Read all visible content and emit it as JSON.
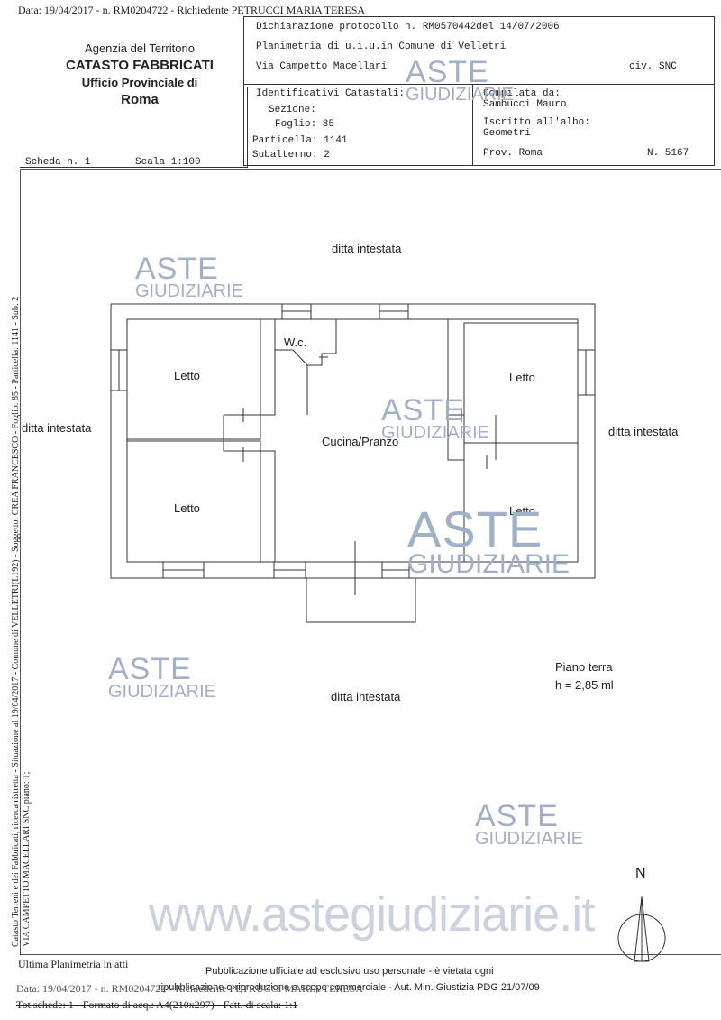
{
  "top_header": "Data: 19/04/2017 -  n. RM0204722 - Richiedente PETRUCCI MARIA TERESA",
  "agency": {
    "line1": "Agenzia del Territorio",
    "line2": "CATASTO FABBRICATI",
    "line3": "Ufficio Provinciale di",
    "line4": "Roma"
  },
  "declaration": {
    "protocol": "Dichiarazione protocollo n. RM0570442del  14/07/2006",
    "plan": "Planimetria di u.i.u.in Comune di Velletri",
    "address": "Via Campetto Macellari",
    "civ": "civ. SNC"
  },
  "identifiers": {
    "title": "Identificativi Catastali:",
    "sezione": "Sezione:",
    "foglio": "Foglio: 85",
    "particella": "Particella: 1141",
    "subalterno": "Subalterno: 2"
  },
  "compiler": {
    "compilata": "Compilata da:",
    "name": "Sambucci Mauro",
    "iscritto": "Iscritto all'albo:",
    "profession": "Geometri",
    "prov": "Prov. Roma",
    "number": "N.  5167"
  },
  "scheda": "Scheda n. 1",
  "scala": "Scala 1:100",
  "side_text_left": "Catasto Terreni e dei Fabbricati, ricerca ristretta - Situazione al 19/04/2017 - Comune di VELLETRI(L192) - Soggetto: CREA FRANCESCO - Foglio: 85 - Particella: 1141 - Sub: 2",
  "side_text_left2": "VIA CAMPETTO MACELLARI SNC piano: T;",
  "plan": {
    "north": "ditta intestata",
    "south": "ditta intestata",
    "west": "ditta intestata",
    "east": "ditta intestata",
    "rooms": [
      "W.c.",
      "Letto",
      "Letto",
      "Cucina/Pranzo",
      "Letto",
      "Letto"
    ],
    "floor": "Piano terra",
    "height": "h = 2,85 ml",
    "compass": "N"
  },
  "watermark": {
    "brand_top": "ASTE",
    "brand_bottom": "GIUDIZIARIE",
    "site": "www.astegiudiziarie.it"
  },
  "footer": {
    "last_plan": "Ultima Planimetria in atti",
    "notice1": "Pubblicazione ufficiale ad esclusivo uso personale - è vietata ogni",
    "notice2": "ripubblicazione o riproduzione a scopo commerciale - Aut. Min. Giustizia PDG 21/07/09",
    "date_line": "Data: 19/04/2017 -  n. RM0204722 - Richiedente PETRUCCI MARIA TERESA",
    "schede_line": "Tot.schede: 1 - Formato di acq.: A4(210x297) - Fatt. di scala: 1:1"
  }
}
